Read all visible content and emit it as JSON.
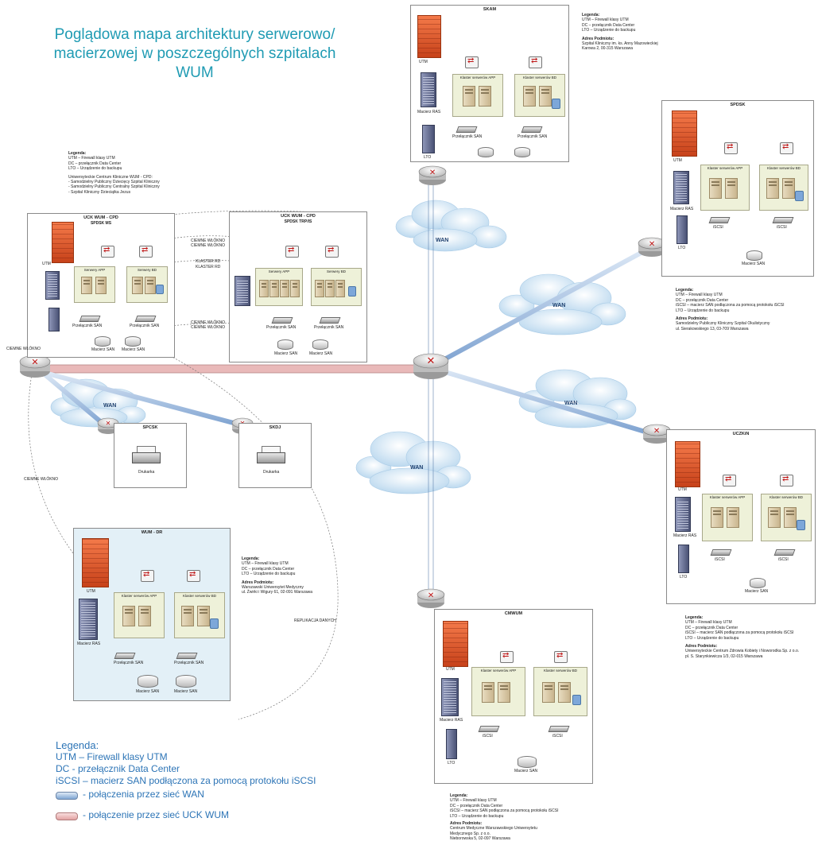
{
  "title": [
    "Poglądowa mapa architektury serwerowo/",
    "macierzowej w poszczególnych szpitalach",
    "WUM"
  ],
  "wan_label": "WAN",
  "labels": {
    "utm": "UTM",
    "dc": "DC",
    "ras": "Macierz RAS",
    "lto": "LTO",
    "iscsi": "iSCSI",
    "klaster_app": "Klaster serwerów APP",
    "klaster_bd": "Klaster serwerów BD",
    "przelacznik_san": "Przełącznik SAN",
    "macierz_san": "Macierz SAN",
    "serwery_app": "Serwery APP",
    "serwery_bd": "Serwery BD",
    "drukarka": "Drukarka",
    "polaczenie": "CIEMNE WŁÓKNO",
    "klaster_rd": "KLASTER RD",
    "replikacja": "REPLIKACJA DANYCH"
  },
  "legend_short": [
    "Legenda:",
    "UTM – Firewall klasy UTM",
    "DC – przełącznik Data Center",
    "LTO – Urządzenie do backupu"
  ],
  "legend_iscsi": [
    "Legenda:",
    "UTM – Firewall klasy UTM",
    "DC – przełącznik Data Center",
    "iSCSI – macierz SAN podłączona za pomocą protokołu iSCSI",
    "LTO – Urządzenie do backupu"
  ],
  "sites": {
    "skam": {
      "name": "SKAM",
      "address": [
        "Adres Podmiotu:",
        "Szpital Kliniczny im. ks. Anny Mazowieckiej",
        "Karowa 2, 00-315 Warszawa"
      ]
    },
    "spdsk": {
      "name": "SPDSK",
      "address": [
        "Adres Podmiotu:",
        "Samodzielny Publiczny Kliniczny Szpital Okulistyczny",
        "ul. Sierakowskiego 13, 03-709 Warszawa"
      ]
    },
    "uck_cpd": {
      "name": "UCK WUM - CPD",
      "sub": "SPDSK MS",
      "legend_extra": [
        "Uniwersyteckie Centrum Kliniczne WUM - CPD:",
        "- Samodzielny Publiczny Dziecięcy Szpital Kliniczny",
        "- Samodzielny Publiczny Centralny Szpital Kliniczny",
        "- Szpital Kliniczny Dzieciątka Jezus"
      ]
    },
    "uck_cpd2": {
      "name": "UCK WUM - CPD",
      "sub": "SPDSK TRP/IS"
    },
    "spcsk": {
      "name": "SPCSK"
    },
    "skdj": {
      "name": "SKDJ"
    },
    "wum": {
      "name": "WUM - DR",
      "address": [
        "Adres Podmiotu:",
        "Warszawski Uniwersytet Medyczny",
        "ul. Żwirki i Wigury 61, 02-091 Warszawa"
      ]
    },
    "uczkin": {
      "name": "UCZKiN",
      "address": [
        "Adres Podmiotu:",
        "Uniwersyteckie Centrum Zdrowia Kobiety i Noworodka Sp. z o.o.",
        "pl. S. Starynkiewicza 1/3, 02-015 Warszawa"
      ]
    },
    "cmwum": {
      "name": "CMWUM",
      "address": [
        "Adres Podmiotu:",
        "Centrum Medyczne Warszawskiego Uniwersytetu",
        "Medycznego Sp. z o.o.",
        "Nieborowska 5, 02-097 Warszawa"
      ]
    }
  },
  "main_legend": {
    "heading": "Legenda:",
    "utm": "UTM – Firewall klasy UTM",
    "dc": "DC - przełącznik Data Center",
    "iscsi": "iSCSI – macierz SAN podłączona za pomocą protokołu iSCSI",
    "wan": "- połączenia przez sieć WAN",
    "uck": "- połączenie przez sieć UCK WUM"
  },
  "colors": {
    "title": "#1f9bb3",
    "legend_text": "#2c74b6",
    "wan_link": "#8fb0d9",
    "uck_link": "#e7b3b3",
    "router": "#c01818",
    "firewall": "#e0562a"
  }
}
